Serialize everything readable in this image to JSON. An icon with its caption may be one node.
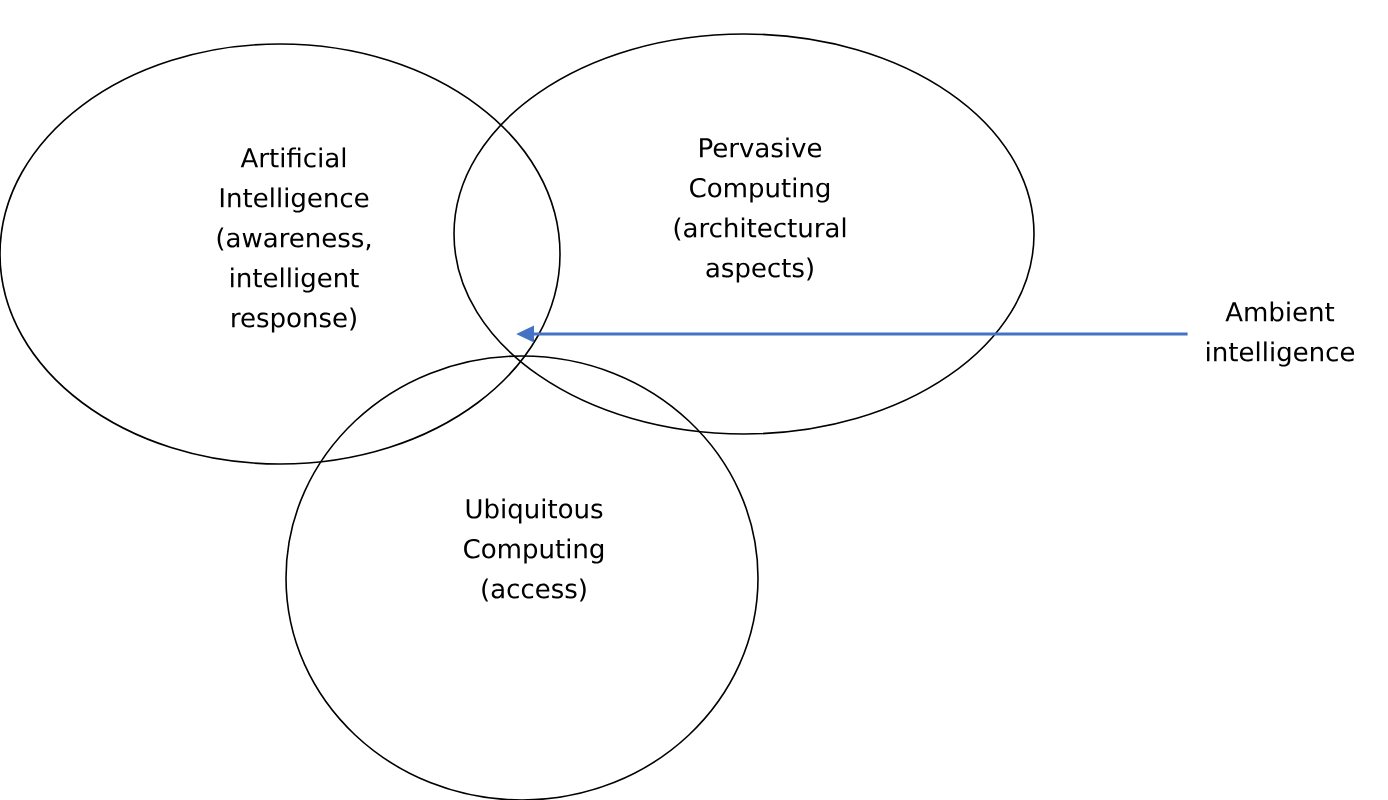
{
  "diagram": {
    "nodes": [
      {
        "text": [
          "Artificial Intelligence (awareness, intelligent response)"
        ]
      },
      {
        "text": [
          "Pervasive Computing (architectural aspects)"
        ]
      },
      {
        "text": [
          "Ubiquitous Computing (access)"
        ]
      },
      {
        "text": [
          "Ambient intelligence"
        ]
      }
    ],
    "edges": [
      {
        "from": 3,
        "to": 1,
        "arrow": "to",
        "color": "#4472c4"
      }
    ]
  }
}
